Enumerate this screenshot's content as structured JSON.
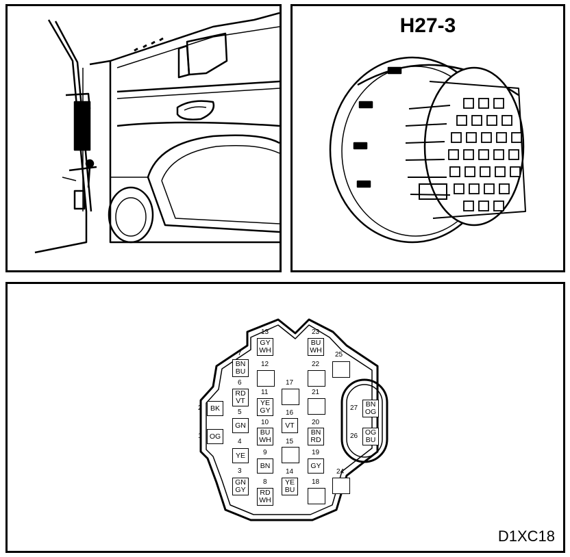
{
  "connector": {
    "title": "H27-3",
    "drawing_code": "D1XC18"
  },
  "pins": [
    {
      "number": "1",
      "wires": [
        "OG"
      ]
    },
    {
      "number": "2",
      "wires": [
        "BK"
      ]
    },
    {
      "number": "3",
      "wires": [
        "GN",
        "GY"
      ]
    },
    {
      "number": "4",
      "wires": [
        "YE"
      ]
    },
    {
      "number": "5",
      "wires": [
        "GN"
      ]
    },
    {
      "number": "6",
      "wires": [
        "RD",
        "VT"
      ]
    },
    {
      "number": "7",
      "wires": [
        "BN",
        "BU"
      ]
    },
    {
      "number": "8",
      "wires": [
        "RD",
        "WH"
      ]
    },
    {
      "number": "9",
      "wires": [
        "BN"
      ]
    },
    {
      "number": "10",
      "wires": [
        "BU",
        "WH"
      ]
    },
    {
      "number": "11",
      "wires": [
        "YE",
        "GY"
      ]
    },
    {
      "number": "12",
      "wires": []
    },
    {
      "number": "13",
      "wires": [
        "GY",
        "WH"
      ]
    },
    {
      "number": "14",
      "wires": [
        "YE",
        "BU"
      ]
    },
    {
      "number": "15",
      "wires": []
    },
    {
      "number": "16",
      "wires": [
        "VT"
      ]
    },
    {
      "number": "17",
      "wires": []
    },
    {
      "number": "18",
      "wires": []
    },
    {
      "number": "19",
      "wires": [
        "GY"
      ]
    },
    {
      "number": "20",
      "wires": [
        "BN",
        "RD"
      ]
    },
    {
      "number": "21",
      "wires": []
    },
    {
      "number": "22",
      "wires": []
    },
    {
      "number": "23",
      "wires": [
        "BU",
        "WH"
      ]
    },
    {
      "number": "24",
      "wires": []
    },
    {
      "number": "25",
      "wires": []
    },
    {
      "number": "26",
      "wires": [
        "OG",
        "BU"
      ]
    },
    {
      "number": "27",
      "wires": [
        "BN",
        "OG"
      ]
    }
  ]
}
